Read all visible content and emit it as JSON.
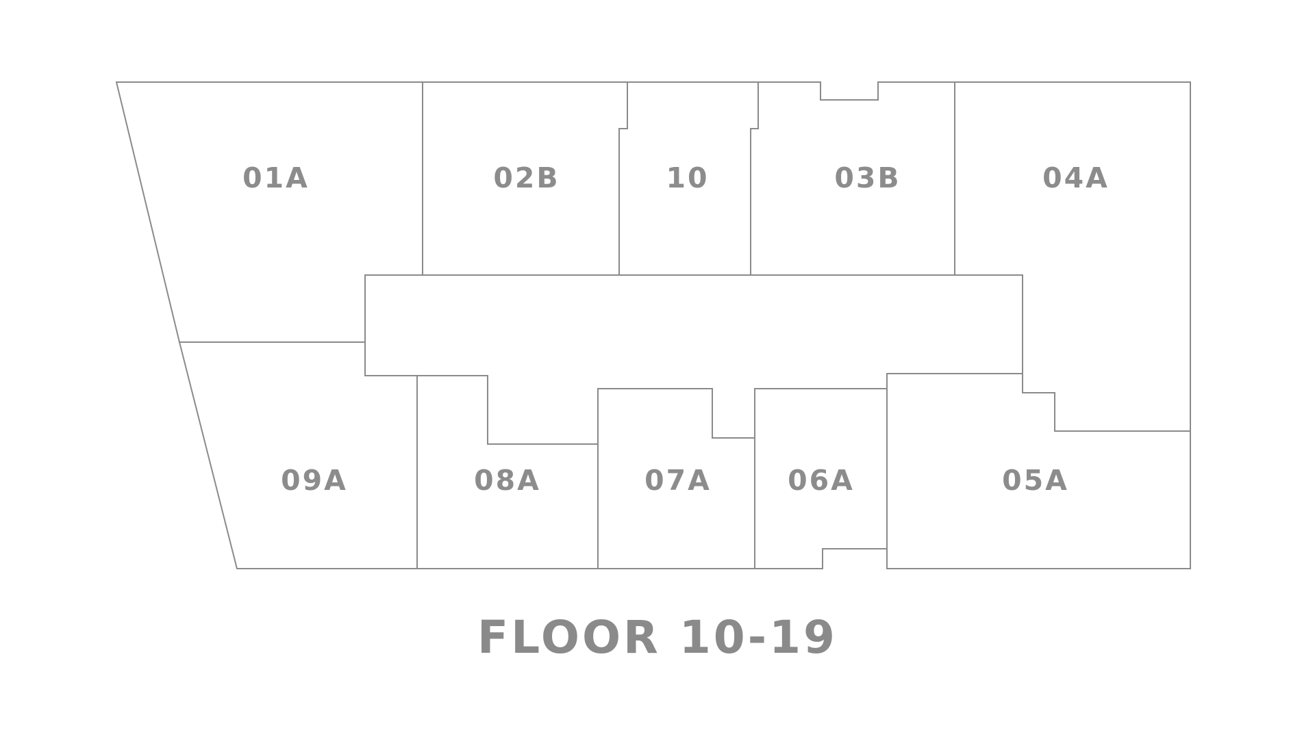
{
  "floor": {
    "title": "FLOOR 10-19"
  },
  "units": [
    {
      "id": "01A",
      "label": "01A"
    },
    {
      "id": "02B",
      "label": "02B"
    },
    {
      "id": "10",
      "label": "10"
    },
    {
      "id": "03B",
      "label": "03B"
    },
    {
      "id": "04A",
      "label": "04A"
    },
    {
      "id": "09A",
      "label": "09A"
    },
    {
      "id": "08A",
      "label": "08A"
    },
    {
      "id": "07A",
      "label": "07A"
    },
    {
      "id": "06A",
      "label": "06A"
    },
    {
      "id": "05A",
      "label": "05A"
    }
  ],
  "colors": {
    "line": "#8a8a8a",
    "label": "#8c8c8c",
    "background": "#ffffff"
  }
}
